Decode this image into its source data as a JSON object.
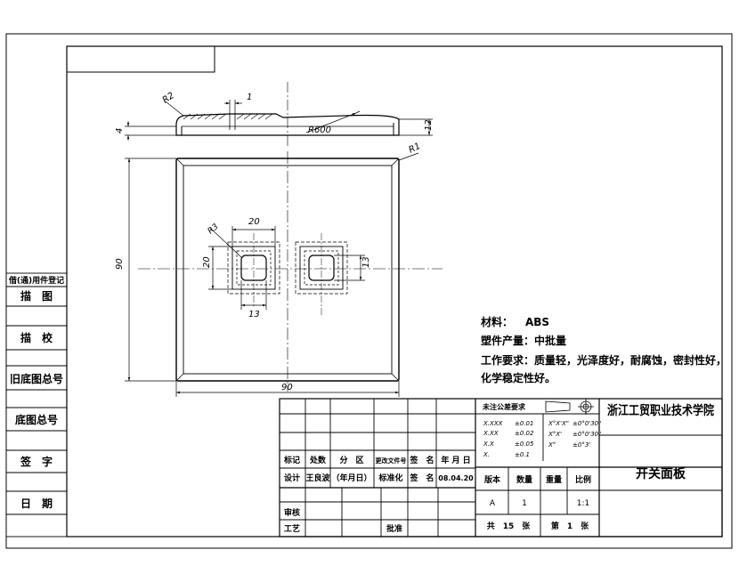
{
  "drawing": {
    "dims": {
      "r2_top": "R2",
      "one": "1",
      "r600": "R600",
      "four": "4",
      "twelve": "12",
      "r1": "R1",
      "ninety_v": "90",
      "ninety_h": "90",
      "twenty_top": "20",
      "r3": "R3",
      "twenty_left": "20",
      "thirteen_bottom": "13",
      "thirteen_right": "13"
    },
    "notes": {
      "material_label": "材料：",
      "material_value": "ABS",
      "production": "塑件产量：中批量",
      "requirements_1": "工作要求：质量轻，光泽度好，耐腐蚀，密封性好，",
      "requirements_2": "化学稳定性好。"
    }
  },
  "side_block": {
    "items": [
      "借(通)用件登记",
      "描　图",
      "描　校",
      "旧底图总号",
      "底图总号",
      "签　字",
      "日　期"
    ]
  },
  "title_block": {
    "school": "浙江工贸职业技术学院",
    "part_name": "开关面板",
    "tolerance_title": "未注公差要求",
    "tol_left": [
      [
        "X.XXX",
        "±0.01"
      ],
      [
        "X.XX",
        "±0.02"
      ],
      [
        "X.X",
        "±0.05"
      ],
      [
        "X.",
        "±0.1"
      ]
    ],
    "tol_right": [
      [
        "X°X'X\"",
        "±0°0'30\""
      ],
      [
        "X°X'",
        "±0°0'30\""
      ],
      [
        "X°",
        "±0°3'"
      ]
    ],
    "header": [
      "标记",
      "处数",
      "分　区",
      "更改文件号",
      "签　名",
      "年 月 日"
    ],
    "design_label": "设计",
    "designer": "王良波",
    "date_placeholder": "（年月日）",
    "standard_label": "标准化",
    "sign_label": "签　名",
    "date": "08.04.20",
    "review_label": "审核",
    "process_label": "工艺",
    "approve_label": "批准",
    "col_stage": "版本",
    "col_qty": "数量",
    "col_weight": "重量",
    "col_scale": "比例",
    "stage": "A",
    "qty": "1",
    "weight": "",
    "scale": "1:1",
    "total_sheets": "共　15　张",
    "sheet_no": "第　1　张"
  }
}
